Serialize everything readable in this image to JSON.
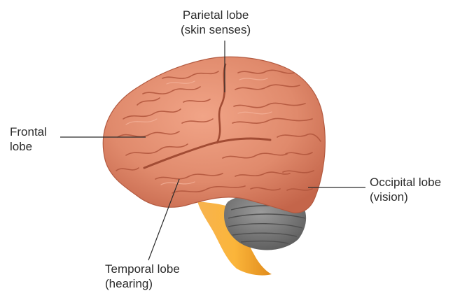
{
  "labels": {
    "parietal": {
      "line1": "Parietal lobe",
      "line2": "(skin senses)"
    },
    "frontal": {
      "line1": "Frontal",
      "line2": "lobe"
    },
    "occipital": {
      "line1": "Occipital lobe",
      "line2": "(vision)"
    },
    "temporal": {
      "line1": "Temporal lobe",
      "line2": "(hearing)"
    }
  },
  "colors": {
    "cortex": "#e08a6c",
    "cortex_shadow": "#c4654a",
    "sulcus": "#b0543b",
    "highlight": "#f4b39b",
    "brainstem": "#f9a531",
    "cerebellum": "#7c7c7c",
    "leader_line": "#2b2b2b"
  }
}
